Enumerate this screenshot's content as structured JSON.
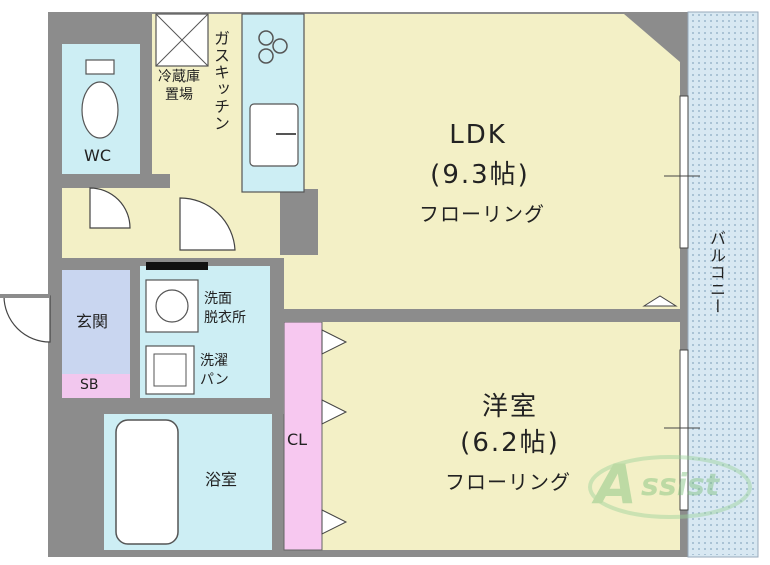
{
  "colors": {
    "wall": "#8c8c8c",
    "living_floor": "#f3f0c6",
    "wet_area": "#cdeef4",
    "entrance": "#c9d6f0",
    "shoe_box": "#f2c7ee",
    "closet": "#f7c8f0",
    "balcony": "#d8e8f2",
    "line": "#444444"
  },
  "rooms": {
    "ldk": {
      "name": "LDK",
      "size": "(9.3帖)",
      "floor": "フローリング"
    },
    "western": {
      "name": "洋室",
      "size": "(6.2帖)",
      "floor": "フローリング"
    },
    "wc": "WC",
    "entrance": "玄関",
    "shoe_box": "SB",
    "closet": "CL",
    "bath": "浴室",
    "washroom": "洗面\n脱衣所",
    "washer": "洗濯\nパン",
    "fridge": "冷蔵庫\n置場",
    "kitchen": "ガスキッチン",
    "balcony": "バルコニー"
  },
  "logo_text": "Assist"
}
